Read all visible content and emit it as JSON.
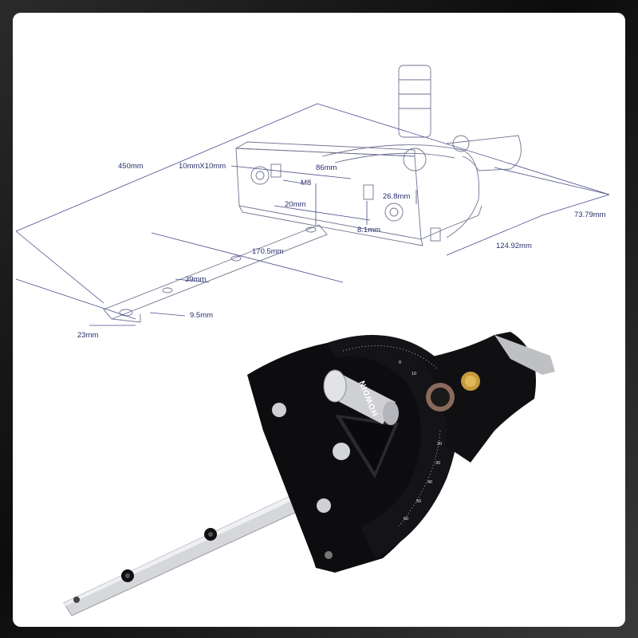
{
  "dimensions": {
    "overall_length": "450mm",
    "bolt_size": "10mmX10mm",
    "hole_span": "86mm",
    "thread": "M8",
    "slot_height": "26.8mm",
    "fence_offset": "20mm",
    "bolt_gap": "8.1mm",
    "bar_length": "170.5mm",
    "slot_pitch": "39mm",
    "bar_thickness": "9.5mm",
    "bar_width": "23mm",
    "head_depth": "124.92mm",
    "head_width": "73.79mm"
  },
  "product": {
    "brand": "HOWDIN",
    "scale_labels": [
      "0",
      "10",
      "20",
      "30",
      "40",
      "50",
      "60"
    ]
  },
  "colors": {
    "drawing_lines": "#4a4f8a",
    "dimension_text": "#2a2f6e",
    "body": "#0d0d0f",
    "bar": "#d9dade",
    "accent_gold": "#c79a3c"
  }
}
